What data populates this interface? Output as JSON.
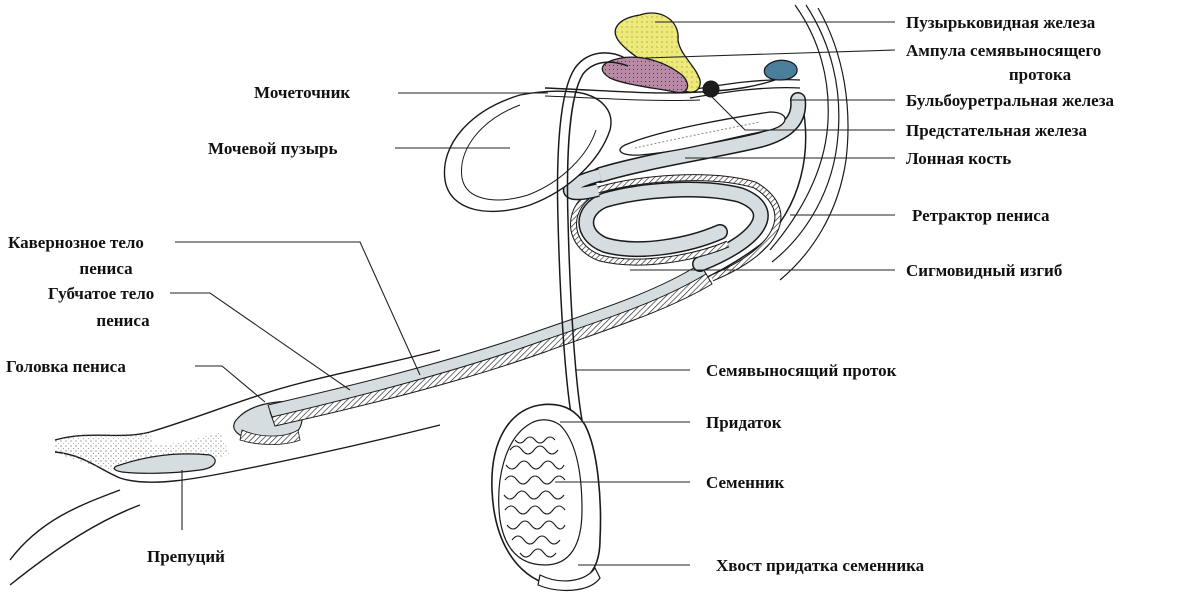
{
  "colors": {
    "outline": "#1a1a1a",
    "leader": "#222222",
    "spongy_fill": "#d6dde0",
    "seminal_vesicle": "#eeea7a",
    "ampulla": "#b98aa6",
    "bulbourethral": "#4a7f9c",
    "prostate": "#1c1c1c",
    "skin_stipple": "#888888"
  },
  "labels": {
    "seminal_vesicle": "Пузырьковидная железа",
    "ampulla_line1": "Ампула семявыносящего",
    "ampulla_line2": "протока",
    "bulbourethral": "Бульбоуретральная железа",
    "prostate": "Предстательная железа",
    "pubic_bone": "Лонная кость",
    "retractor": "Ретрактор пениса",
    "sigmoid": "Сигмовидный изгиб",
    "ureter": "Мочеточник",
    "bladder": "Мочевой пузырь",
    "cavernous_line1": "Кавернозное тело",
    "cavernous_line2": "пениса",
    "spongy_line1": "Губчатое тело",
    "spongy_line2": "пениса",
    "glans": "Головка пениса",
    "prepuce": "Препуций",
    "vas_deferens": "Семявыносящий проток",
    "epididymis": "Придаток",
    "testis": "Семенник",
    "epididymis_tail": "Хвост придатка семенника"
  }
}
